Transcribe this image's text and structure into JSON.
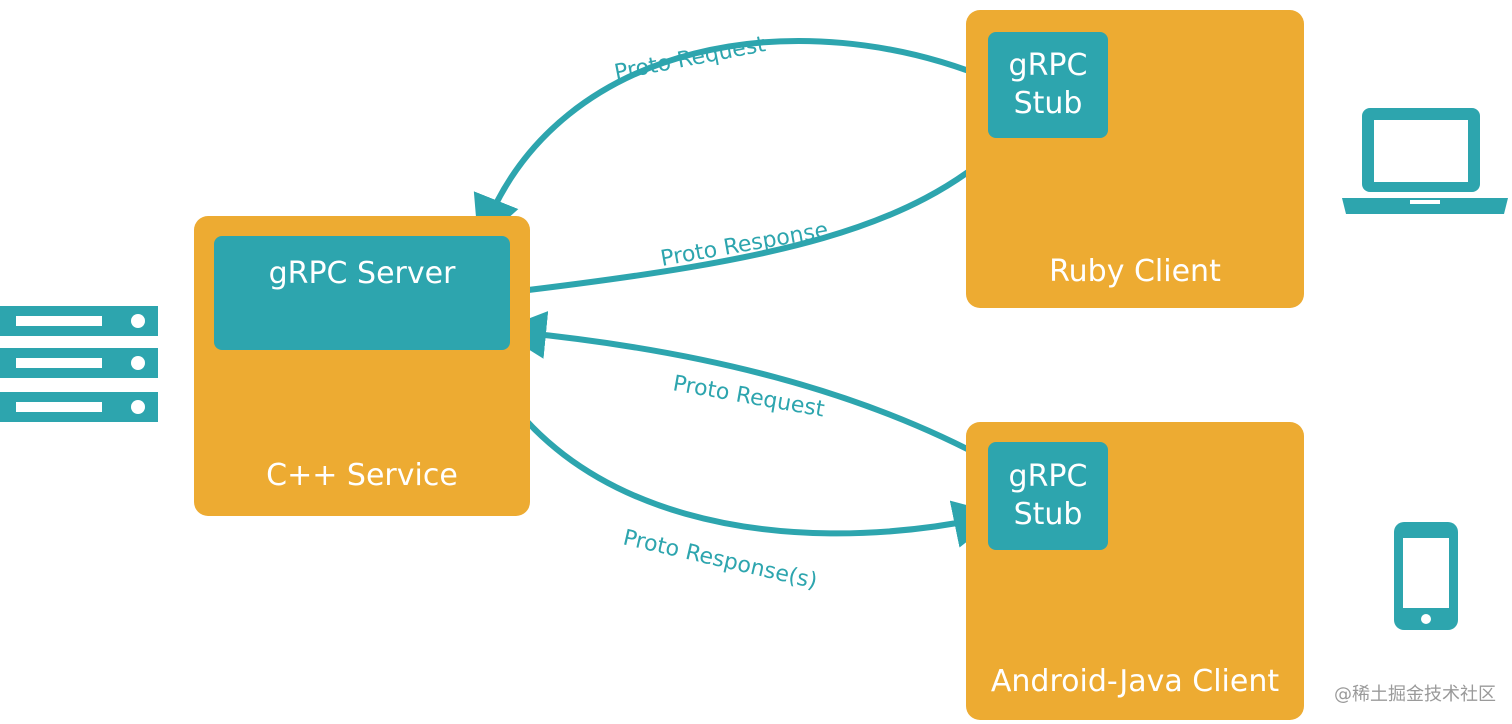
{
  "colors": {
    "box_fill": "#EDAB32",
    "inner_fill": "#2DA5AE",
    "arrow": "#2DA5AE",
    "label_text": "#ffffff"
  },
  "service": {
    "server_label": "gRPC Server",
    "service_label": "C++ Service",
    "icon": "server-rack-icon"
  },
  "ruby_client": {
    "stub_label": "gRPC\nStub",
    "client_label": "Ruby Client",
    "icon": "laptop-icon"
  },
  "android_client": {
    "stub_label": "gRPC\nStub",
    "client_label": "Android-Java Client",
    "icon": "phone-icon"
  },
  "arrows": {
    "ruby_request": "Proto Request",
    "ruby_response": "Proto Response",
    "android_request": "Proto Request",
    "android_response": "Proto Response(s)"
  },
  "watermark": "@稀土掘金技术社区"
}
